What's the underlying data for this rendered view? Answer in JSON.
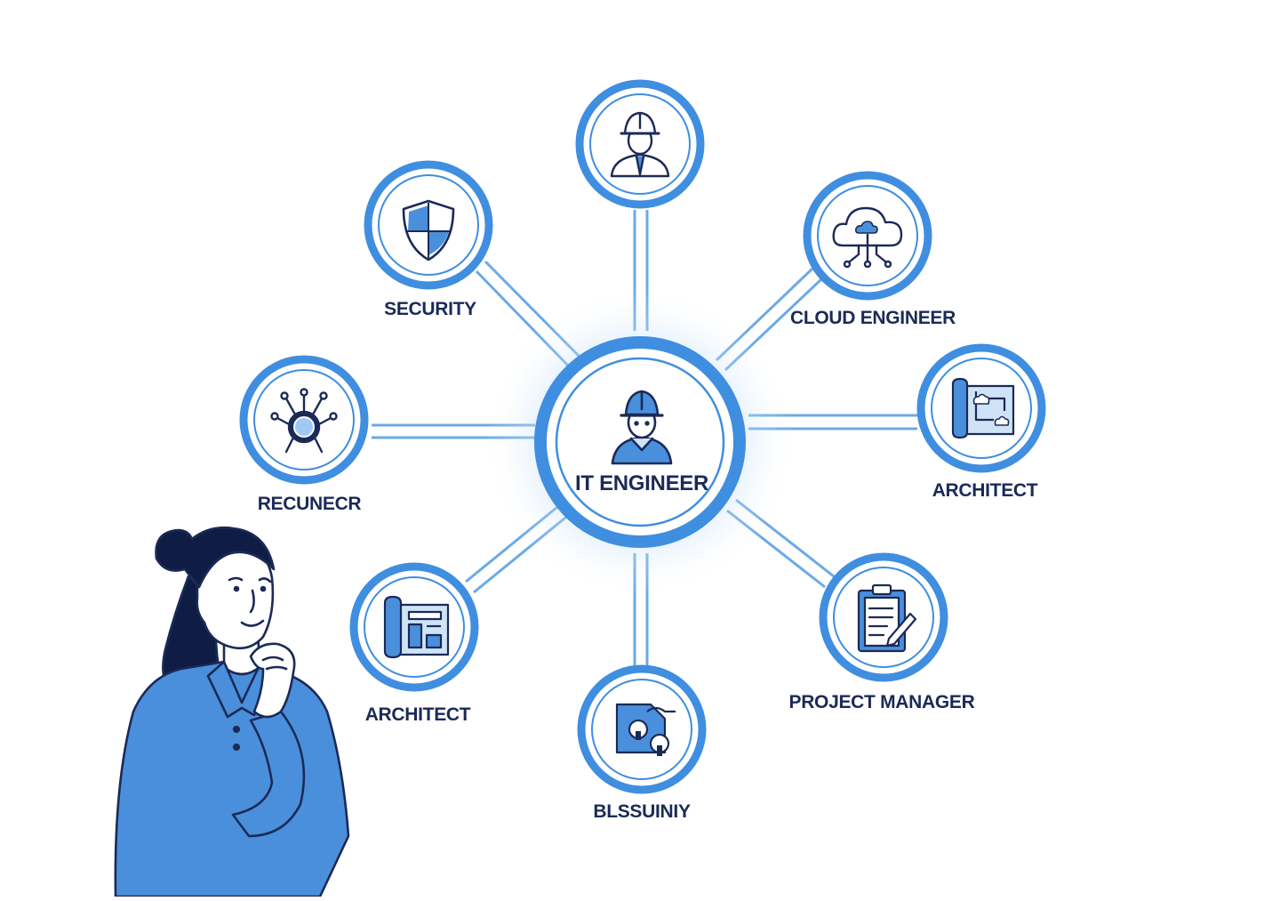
{
  "colors": {
    "ring": "#3f8ee0",
    "ring_light": "#8fc0f0",
    "line": "#6aaae6",
    "ink": "#1b2a57",
    "fill_blue": "#4a8fdb",
    "fill_light": "#cfe3f7",
    "skin": "#ffffff"
  },
  "diagram": {
    "center": {
      "label": "IT ENGINEER",
      "icon": "engineer-hardhat-icon"
    },
    "nodes": [
      {
        "id": "top",
        "label": "",
        "icon": "construction-worker-icon"
      },
      {
        "id": "security",
        "label": "SECURITY",
        "icon": "shield-icon"
      },
      {
        "id": "cloud",
        "label": "CLOUD ENGINEER",
        "icon": "cloud-network-icon"
      },
      {
        "id": "recunecr",
        "label": "RECUNECR",
        "icon": "network-hub-icon"
      },
      {
        "id": "architect-right",
        "label": "ARCHITECT",
        "icon": "blueprint-icon"
      },
      {
        "id": "architect-left",
        "label": "ARCHITECT",
        "icon": "blueprint-icon"
      },
      {
        "id": "blssuiniy",
        "label": "BLSSUINIY",
        "icon": "keyhole-folder-icon"
      },
      {
        "id": "pm",
        "label": "PROJECT MANAGER",
        "icon": "clipboard-icon"
      }
    ]
  },
  "person": {
    "icon": "thinking-woman-illustration"
  }
}
